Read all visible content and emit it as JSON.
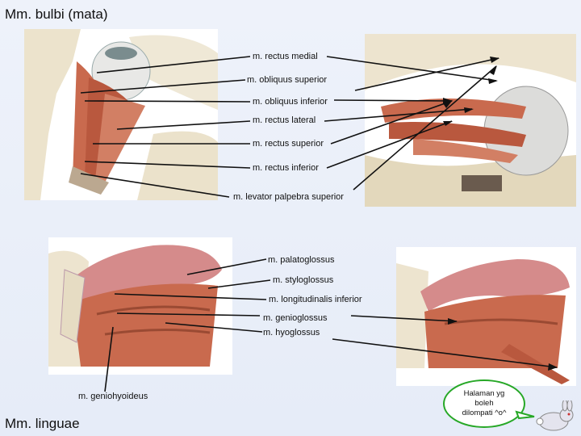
{
  "eye_section": {
    "title": "Mm. bulbi (mata)",
    "labels": [
      "m. rectus medial",
      "m. obliquus superior",
      "m. obliquus inferior",
      "m. rectus lateral",
      "m. rectus superior",
      "m. rectus inferior",
      "m. levator palpebra superior"
    ]
  },
  "tongue_section": {
    "title": "Mm. linguae",
    "labels": [
      "m. palatoglossus",
      "m. styloglossus",
      "m. longitudinalis inferior",
      "m. genioglossus",
      "m. hyoglossus"
    ],
    "bottom_label": "m. geniohyoideus"
  },
  "bubble": {
    "line1": "Halaman yg",
    "line2": "boleh",
    "line3": "dilompati ^o^"
  },
  "colors": {
    "accent_green": "#27a827",
    "muscle": "#c96a4e",
    "bone": "#ede4cf"
  },
  "icons": [
    "rabbit-icon"
  ]
}
